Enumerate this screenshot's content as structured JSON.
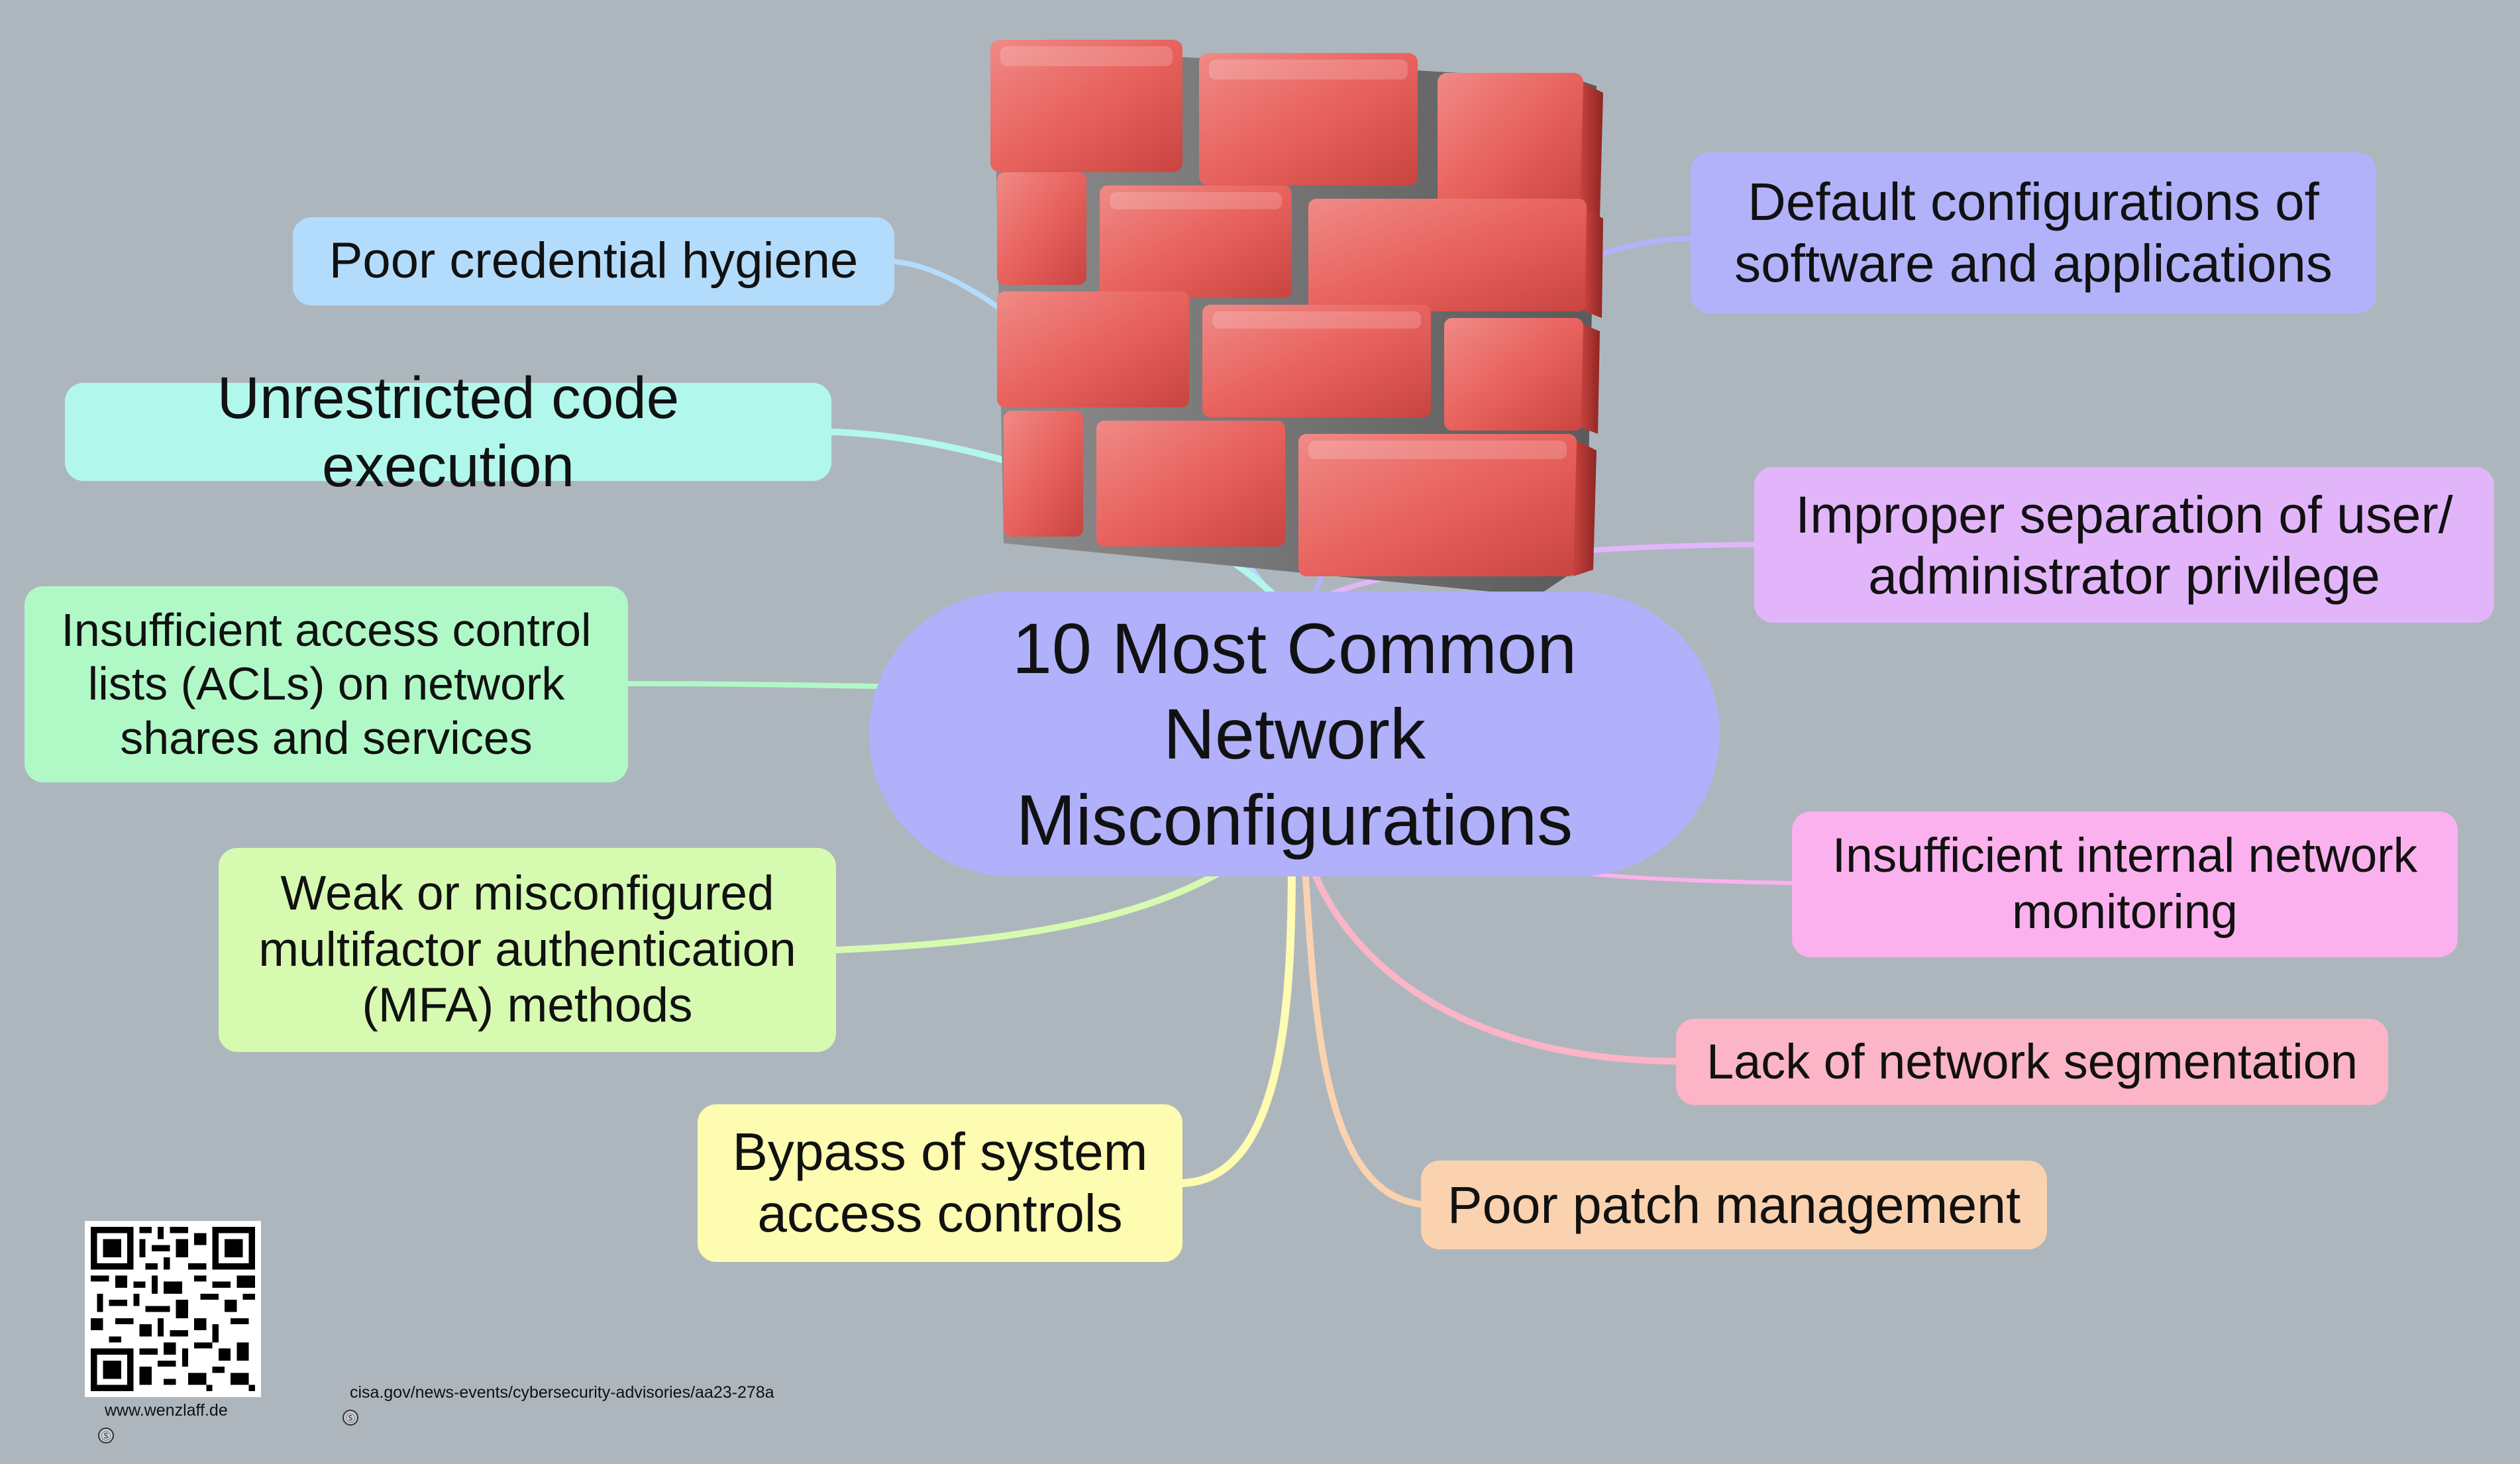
{
  "central_topic": "10 Most Common\nNetwork\nMisconfigurations",
  "branches": [
    {
      "id": "poor-credential-hygiene",
      "label": "Poor credential hygiene",
      "color": "#b3dcfc"
    },
    {
      "id": "unrestricted-code-execution",
      "label": "Unrestricted code execution",
      "color": "#b2f7ec"
    },
    {
      "id": "insufficient-acls",
      "label": "Insufficient access control\nlists (ACLs) on network\nshares and services",
      "color": "#b0f9c6"
    },
    {
      "id": "weak-mfa",
      "label": "Weak or misconfigured\nmultifactor authentication\n(MFA) methods",
      "color": "#d6fbb0"
    },
    {
      "id": "bypass-access-controls",
      "label": "Bypass of system\naccess controls",
      "color": "#fdfcb0"
    },
    {
      "id": "poor-patch-management",
      "label": "Poor patch management",
      "color": "#fbd2b0"
    },
    {
      "id": "lack-network-segmentation",
      "label": "Lack of network segmentation",
      "color": "#fbb5c6"
    },
    {
      "id": "insufficient-monitoring",
      "label": "Insufficient internal network\nmonitoring",
      "color": "#fbb1ee"
    },
    {
      "id": "improper-privilege-separation",
      "label": "Improper separation of user/\nadministrator privilege",
      "color": "#e2b5fb"
    },
    {
      "id": "default-configurations",
      "label": "Default configurations of\nsoftware and applications",
      "color": "#b2b2fb"
    }
  ],
  "footer": {
    "website": "www.wenzlaff.de",
    "source": "cisa.gov/news-events/cybersecurity-advisories/aa23-278a",
    "license_symbol": "Ⓢ"
  },
  "icons": {
    "central_image": "brick-firewall-icon",
    "qr": "qr-code-icon",
    "license": "cc-license-icon"
  }
}
